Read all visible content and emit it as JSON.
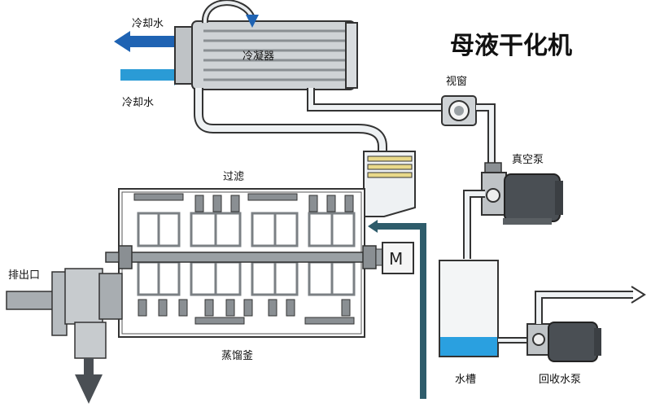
{
  "title": "母液干化机",
  "labels": {
    "cooling_water_out": "冷却水",
    "cooling_water_in": "冷却水",
    "condenser": "冷凝器",
    "sight_glass": "视窗",
    "vacuum_pump": "真空泵",
    "filter": "过滤",
    "discharge": "排出口",
    "still": "蒸馏釜",
    "water_tank": "水槽",
    "return_pump": "回收水泵",
    "motor": "M"
  },
  "colors": {
    "pipe_dark_blue": "#1f63b3",
    "pipe_light_blue": "#2a9bd6",
    "water": "#2aa0e0",
    "steam_pipe": "#6d93a6",
    "outline": "#333333"
  }
}
